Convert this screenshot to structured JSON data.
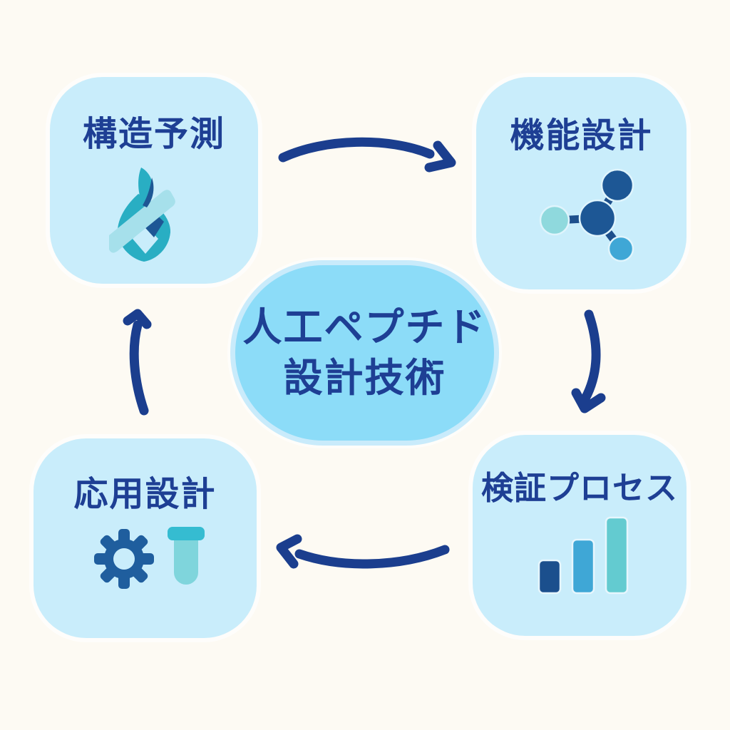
{
  "diagram": {
    "type": "cycle-diagram",
    "center": {
      "line1": "人工ペプチド",
      "line2": "設計技術"
    },
    "nodes": {
      "top_left": {
        "label": "構造予測",
        "icon": "protein-ribbon-icon"
      },
      "top_right": {
        "label": "機能設計",
        "icon": "molecule-icon"
      },
      "bottom_right": {
        "label": "検証プロセス",
        "icon": "bar-chart-icon"
      },
      "bottom_left": {
        "label": "応用設計",
        "icon": "gear-icon + test-tube-icon"
      }
    },
    "arrows": [
      {
        "from": "構造予測",
        "to": "機能設計",
        "position": "top",
        "direction": "right"
      },
      {
        "from": "機能設計",
        "to": "検証プロセス",
        "position": "right",
        "direction": "down"
      },
      {
        "from": "検証プロセス",
        "to": "応用設計",
        "position": "bottom",
        "direction": "left"
      },
      {
        "from": "応用設計",
        "to": "構造予測",
        "position": "left",
        "direction": "up"
      }
    ],
    "colors": {
      "background": "#FDFAF3",
      "node_fill": "#C9EDFB",
      "hub_fill": "#8CDCF8",
      "text_navy": "#1E3F94",
      "arrow_navy": "#1B3E8E",
      "icon_teal": "#29AEC3",
      "icon_pale_cyan_band": "#A6E0EB",
      "icon_navy": "#1D5795",
      "icon_steel_blue": "#1F5E9E",
      "icon_mid_blue": "#3FA7D6",
      "icon_pale_teal": "#8FD9DD",
      "tube_body_teal": "#7FD5DC",
      "tube_cap_teal": "#35BCD1",
      "bar_navy": "#1B4F8D",
      "bar_blue": "#3FA7D6",
      "bar_teal": "#63CBD0"
    }
  }
}
